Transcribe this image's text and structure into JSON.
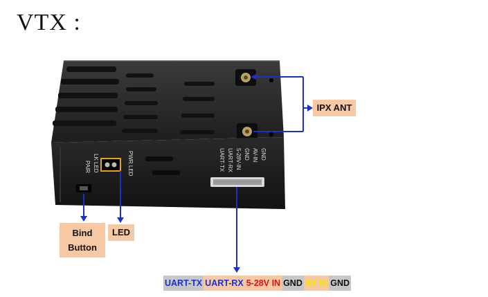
{
  "title": "VTX :",
  "callouts": {
    "ipx_ant": "IPX ANT",
    "bind_line1": "Bind",
    "bind_line2": "Button",
    "led": "LED"
  },
  "board_labels": {
    "pair": "PAIR",
    "lk_led": "LK LED",
    "pwr_led": "PWR LED",
    "pins": [
      "GND",
      "AV-IN",
      "GND",
      "5-28V-IN",
      "UART-RX",
      "UART-TX"
    ]
  },
  "pin_strip": [
    {
      "label": "UART-TX",
      "color": "#1a2fd0",
      "bg": "#c7c7c7"
    },
    {
      "label": "UART-RX",
      "color": "#1a2fd0",
      "bg": "#f6c9a4"
    },
    {
      "label": "5-28V IN",
      "color": "#e01010",
      "bg": "#f6c9a4"
    },
    {
      "label": "GND",
      "color": "#111111",
      "bg": "#c7c7c7"
    },
    {
      "label": "AV IN",
      "color": "#f5e200",
      "bg": "#f6c9a4"
    },
    {
      "label": "GND",
      "color": "#111111",
      "bg": "#c7c7c7"
    }
  ],
  "colors": {
    "arrow": "#1a2fd0",
    "callout_bg": "#f6c9a4",
    "led_box": "#e7a21a",
    "body": "#1c1c1c"
  }
}
